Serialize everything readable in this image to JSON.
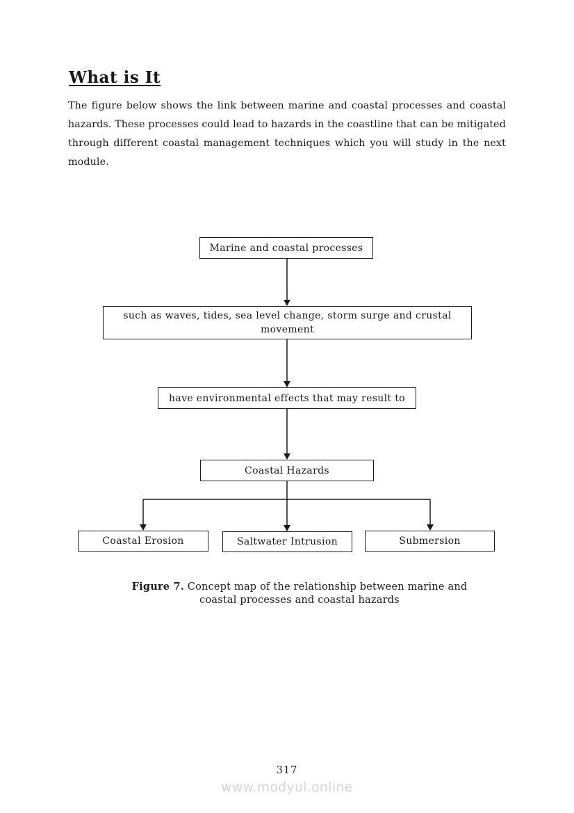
{
  "heading": "What is It",
  "intro_paragraph": "The figure below shows the link between marine and coastal processes and coastal hazards. These processes could lead to hazards in the coastline that can be mitigated through different coastal management techniques which you will study in the next module.",
  "diagram": {
    "type": "concept-map-flowchart",
    "root": "Marine and coastal processes",
    "processes_line1": "such as waves, tides, sea level change, storm surge and crustal",
    "processes_line2": "movement",
    "effects": "have environmental effects that may result to",
    "hazards": "Coastal Hazards",
    "children": [
      "Coastal Erosion",
      "Saltwater Intrusion",
      "Submersion"
    ]
  },
  "caption": {
    "label": "Figure 7.",
    "line1": " Concept map of the relationship between marine and",
    "line2": "coastal processes and coastal hazards"
  },
  "footer": {
    "page_number": "317",
    "watermark": "www.modyul.online"
  },
  "colors": {
    "ink": "#1a1a1a",
    "paper": "#ffffff",
    "watermark_gray": "#d4d4d4"
  }
}
